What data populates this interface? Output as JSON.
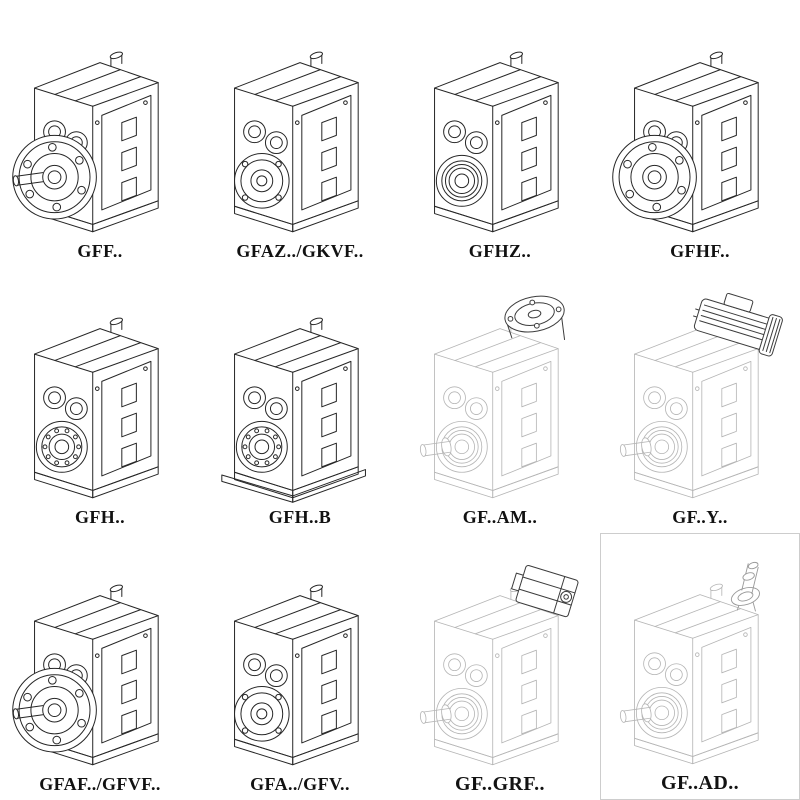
{
  "catalog": {
    "items": [
      {
        "label": "GFF..",
        "variant": "flange-shaft"
      },
      {
        "label": "GFAZ../GKVF..",
        "variant": "flange-bores"
      },
      {
        "label": "GFHZ..",
        "variant": "hollow-bores"
      },
      {
        "label": "GFHF..",
        "variant": "flange-noshaft"
      },
      {
        "label": "GFH..",
        "variant": "bearing"
      },
      {
        "label": "GFH..B",
        "variant": "bearing-base"
      },
      {
        "label": "GF..AM..",
        "variant": "light-flange-adapter"
      },
      {
        "label": "GF..Y..",
        "variant": "light-motor"
      },
      {
        "label": "GFAF../GFVF..",
        "variant": "flange-shaft"
      },
      {
        "label": "GFA../GFV..",
        "variant": "flange-bores"
      },
      {
        "label": "GF..GRF..",
        "variant": "light-gear-adapter"
      },
      {
        "label": "GF..AD..",
        "variant": "light-shaft-adapter"
      }
    ],
    "colors": {
      "line": "#262626",
      "light_line": "#b5b5b5",
      "attachment_line": "#3c3c3c",
      "background": "#ffffff"
    }
  }
}
